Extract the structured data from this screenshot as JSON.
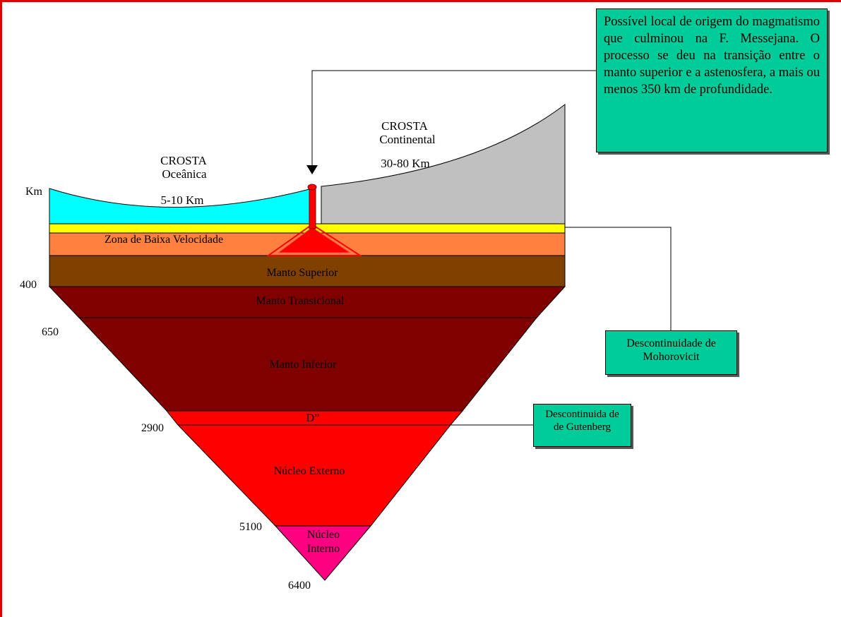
{
  "colors": {
    "frame": "#e00000",
    "ocean_crust": "#00ffff",
    "continental_crust": "#c0c0c0",
    "asthenosphere_top": "#ffff00",
    "low_velocity_zone": "#ff8040",
    "upper_mantle": "#804000",
    "transition_mantle": "#800000",
    "lower_mantle": "#800000",
    "d_double_prime": "#ff0000",
    "outer_core": "#ff0000",
    "inner_core": "#ff0080",
    "callout_box": "#00cc99"
  },
  "crust": {
    "oceanic_title": "CROSTA",
    "oceanic_subtitle": "Oceânica",
    "oceanic_thickness": "5-10 Km",
    "continental_title": "CROSTA",
    "continental_subtitle": "Continental",
    "continental_thickness": "30-80 Km"
  },
  "layers": {
    "low_velocity": "Zona de Baixa Velocidade",
    "upper_mantle": "Manto Superior",
    "transition_mantle": "Manto Transicional",
    "lower_mantle": "Manto Inferior",
    "d_double_prime": "D”",
    "outer_core": "Núcleo Externo",
    "inner_core_line1": "Núcleo",
    "inner_core_line2": "Interno"
  },
  "depth_axis": {
    "unit": "Km",
    "ticks": [
      "400",
      "650",
      "2900",
      "5100",
      "6400"
    ]
  },
  "callouts": {
    "origin": "Possível local de origem do magmatismo que culminou na F. Messejana. O processo se deu na transição entre o manto superior e a astenosfera, a mais ou menos 350 km de profundidade.",
    "moho_line1": "Descontinuidade de",
    "moho_line2": "Mohorovicit",
    "gutenberg_line1": "Descontinuida de",
    "gutenberg_line2": "de Gutenberg"
  }
}
